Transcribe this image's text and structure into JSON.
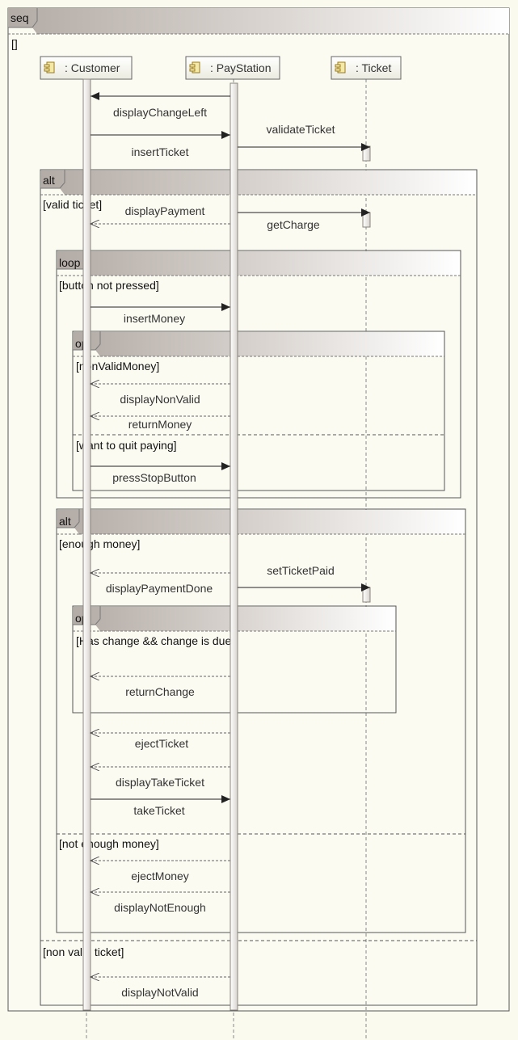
{
  "seq": {
    "tag": "seq",
    "guard": "[]"
  },
  "lifelines": [
    {
      "id": "customer",
      "name": ": Customer"
    },
    {
      "id": "paystation",
      "name": ": PayStation"
    },
    {
      "id": "ticket",
      "name": ": Ticket"
    }
  ],
  "fragments": {
    "alt_outer": {
      "tag": "alt",
      "guards": [
        "[valid ticket]",
        "[non valid ticket]"
      ]
    },
    "loop": {
      "tag": "loop",
      "guard": "[button not pressed]"
    },
    "opt_money": {
      "tag": "opt",
      "guards": [
        "[nonValidMoney]",
        "[want to quit paying]"
      ]
    },
    "alt_inner": {
      "tag": "alt",
      "guards": [
        "[enough money]",
        "[not enough money]"
      ]
    },
    "opt_change": {
      "tag": "opt",
      "guard": "[Has change && change is due]"
    }
  },
  "messages": [
    {
      "label": "displayChangeLeft",
      "from": "paystation",
      "to": "customer",
      "kind": "sync"
    },
    {
      "label": "insertTicket",
      "from": "customer",
      "to": "paystation",
      "kind": "sync"
    },
    {
      "label": "validateTicket",
      "from": "paystation",
      "to": "ticket",
      "kind": "sync"
    },
    {
      "label": "displayPayment",
      "from": "paystation",
      "to": "customer",
      "kind": "return"
    },
    {
      "label": "getCharge",
      "from": "paystation",
      "to": "ticket",
      "kind": "sync"
    },
    {
      "label": "insertMoney",
      "from": "customer",
      "to": "paystation",
      "kind": "sync"
    },
    {
      "label": "displayNonValid",
      "from": "paystation",
      "to": "customer",
      "kind": "return"
    },
    {
      "label": "returnMoney",
      "from": "paystation",
      "to": "customer",
      "kind": "return"
    },
    {
      "label": "pressStopButton",
      "from": "customer",
      "to": "paystation",
      "kind": "sync"
    },
    {
      "label": "displayPaymentDone",
      "from": "paystation",
      "to": "customer",
      "kind": "return"
    },
    {
      "label": "setTicketPaid",
      "from": "paystation",
      "to": "ticket",
      "kind": "sync"
    },
    {
      "label": "returnChange",
      "from": "paystation",
      "to": "customer",
      "kind": "return"
    },
    {
      "label": "ejectTicket",
      "from": "paystation",
      "to": "customer",
      "kind": "return"
    },
    {
      "label": "displayTakeTicket",
      "from": "paystation",
      "to": "customer",
      "kind": "return"
    },
    {
      "label": "takeTicket",
      "from": "customer",
      "to": "paystation",
      "kind": "sync"
    },
    {
      "label": "ejectMoney",
      "from": "paystation",
      "to": "customer",
      "kind": "return"
    },
    {
      "label": "displayNotEnough",
      "from": "paystation",
      "to": "customer",
      "kind": "return"
    },
    {
      "label": "displayNotValid",
      "from": "paystation",
      "to": "customer",
      "kind": "return"
    }
  ]
}
